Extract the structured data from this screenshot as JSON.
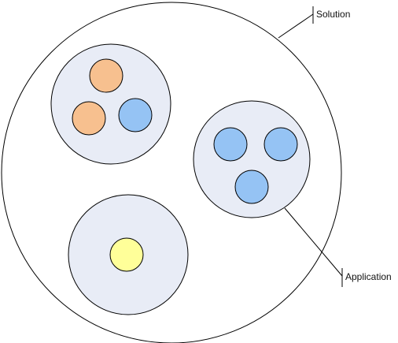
{
  "diagram": {
    "labels": {
      "solution": "Solution",
      "application": "Application"
    },
    "colors": {
      "background": "#ffffff",
      "outline": "#000000",
      "group_fill": "#e8ecf6",
      "orange": "#f7c08f",
      "blue": "#95c3f4",
      "yellow": "#ffff99"
    },
    "groups": [
      {
        "name": "group-top-left",
        "members": [
          "orange",
          "orange",
          "blue"
        ]
      },
      {
        "name": "group-right",
        "members": [
          "blue",
          "blue",
          "blue"
        ]
      },
      {
        "name": "group-bottom",
        "members": [
          "yellow"
        ]
      }
    ]
  }
}
